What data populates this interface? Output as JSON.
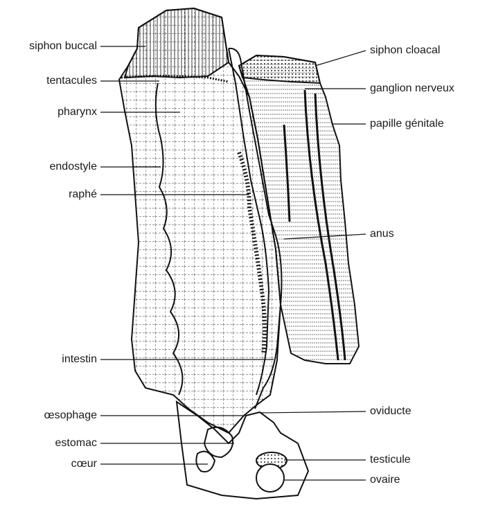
{
  "figure": {
    "labels_left": [
      {
        "id": "siphon-buccal",
        "text": "siphon buccal"
      },
      {
        "id": "tentacules",
        "text": "tentacules"
      },
      {
        "id": "pharynx",
        "text": "pharynx"
      },
      {
        "id": "endostyle",
        "text": "endostyle"
      },
      {
        "id": "raphe",
        "text": "raphé"
      },
      {
        "id": "intestin",
        "text": "intestin"
      },
      {
        "id": "oesophage",
        "text": "œsophage"
      },
      {
        "id": "estomac",
        "text": "estomac"
      },
      {
        "id": "coeur",
        "text": "cœur"
      }
    ],
    "labels_right": [
      {
        "id": "siphon-cloacal",
        "text": "siphon cloacal"
      },
      {
        "id": "ganglion-nerveux",
        "text": "ganglion nerveux"
      },
      {
        "id": "papille-genitale",
        "text": "papille génitale"
      },
      {
        "id": "anus",
        "text": "anus"
      },
      {
        "id": "oviducte",
        "text": "oviducte"
      },
      {
        "id": "testicule",
        "text": "testicule"
      },
      {
        "id": "ovaire",
        "text": "ovaire"
      }
    ]
  }
}
